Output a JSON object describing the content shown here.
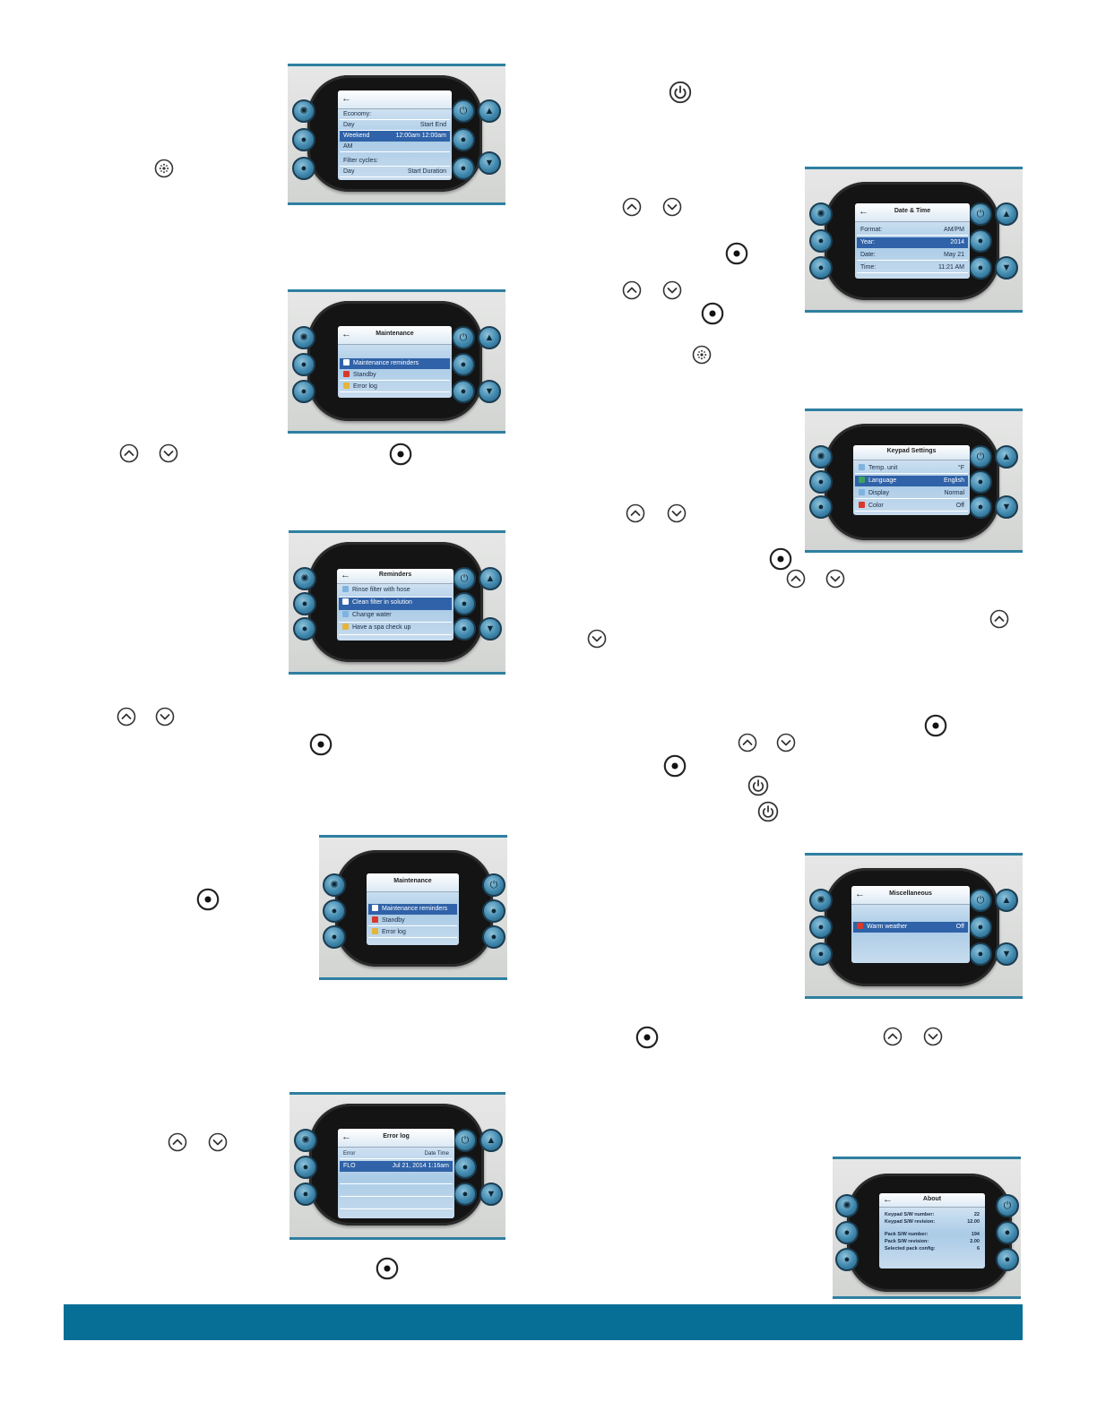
{
  "colors": {
    "footer_bar": "#076e95",
    "panel_border": "#2f7fa0",
    "button_blue": "#3f87ad",
    "selection_blue": "#2f62a8"
  },
  "screens": {
    "economy": {
      "title": "",
      "rows": [
        {
          "label": "Economy:",
          "value": ""
        },
        {
          "label": "Day",
          "value": "Start  End"
        },
        {
          "label": "Weekend",
          "value": "12:00am  12:00am"
        },
        {
          "label": "AM",
          "value": ""
        },
        {
          "label": "Filter cycles:",
          "value": ""
        },
        {
          "label": "Day",
          "value": "Start  Duration"
        }
      ]
    },
    "maintenance_1": {
      "title": "Maintenance",
      "rows": [
        {
          "label": "Maintenance reminders",
          "value": ""
        },
        {
          "label": "Standby",
          "value": ""
        },
        {
          "label": "Error log",
          "value": ""
        }
      ]
    },
    "reminders": {
      "title": "Reminders",
      "rows": [
        {
          "label": "Rinse filter with hose",
          "value": ""
        },
        {
          "label": "Clean filter in solution",
          "value": ""
        },
        {
          "label": "Change water",
          "value": ""
        },
        {
          "label": "Have a spa check up",
          "value": ""
        }
      ]
    },
    "maintenance_2": {
      "title": "Maintenance",
      "rows": [
        {
          "label": "Maintenance reminders",
          "value": ""
        },
        {
          "label": "Standby",
          "value": ""
        },
        {
          "label": "Error log",
          "value": ""
        }
      ]
    },
    "error_log": {
      "title": "Error log",
      "rows": [
        {
          "label": "Error",
          "value": "Date    Time"
        },
        {
          "label": "FLO",
          "value": "Jul 21, 2014    1:16am"
        }
      ]
    },
    "date_time": {
      "title": "Date & Time",
      "rows": [
        {
          "label": "Format:",
          "value": "AM/PM"
        },
        {
          "label": "Year:",
          "value": "2014"
        },
        {
          "label": "Date:",
          "value": "May 21"
        },
        {
          "label": "Time:",
          "value": "11:21 AM"
        }
      ]
    },
    "keypad_settings": {
      "title": "Keypad Settings",
      "rows": [
        {
          "label": "Temp. unit",
          "value": "°F"
        },
        {
          "label": "Language",
          "value": "English"
        },
        {
          "label": "Display",
          "value": "Normal"
        },
        {
          "label": "Color",
          "value": "Off"
        }
      ]
    },
    "miscellaneous": {
      "title": "Miscellaneous",
      "rows": [
        {
          "label": "Warm weather",
          "value": "Off"
        }
      ]
    },
    "about": {
      "title": "About",
      "rows": [
        {
          "label": "Keypad S/W number:",
          "value": "22"
        },
        {
          "label": "Keypad S/W revision:",
          "value": "12.00"
        },
        {
          "label": "Pack S/W number:",
          "value": "194"
        },
        {
          "label": "Pack S/W revision:",
          "value": "2.00"
        },
        {
          "label": "Selected pack config:",
          "value": "6"
        }
      ]
    }
  },
  "icons": [
    "power-icon",
    "up-arrow-icon",
    "down-arrow-icon",
    "select-icon",
    "light-icon"
  ]
}
